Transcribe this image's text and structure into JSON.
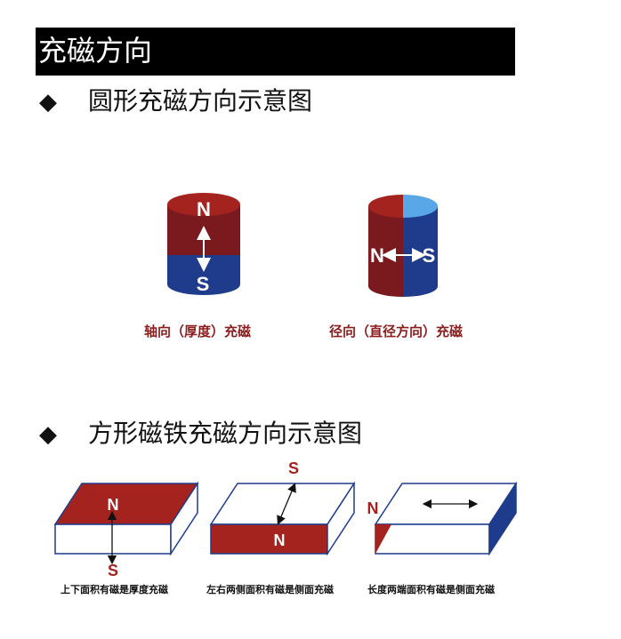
{
  "header": {
    "title": "充磁方向"
  },
  "section_round": {
    "bullet": "◆",
    "heading": "圆形充磁方向示意图",
    "axial": {
      "north": "N",
      "south": "S",
      "caption": "轴向（厚度）充磁"
    },
    "radial": {
      "north": "N",
      "south": "S",
      "caption": "径向（直径方向）充磁"
    }
  },
  "section_square": {
    "bullet": "◆",
    "heading": "方形磁铁充磁方向示意图",
    "thickness": {
      "north": "N",
      "south": "S",
      "caption": "上下面积有磁是厚度充磁"
    },
    "side_lr": {
      "north": "N",
      "south": "S",
      "caption": "左右两侧面积有磁是侧面充磁"
    },
    "length_ends": {
      "north": "N",
      "caption": "长度两端面积有磁是侧面充磁"
    }
  },
  "colors": {
    "north_red": "#a5231e",
    "north_dark": "#7a1a1e",
    "south_blue": "#1f3c8c",
    "south_light": "#5aa7e8",
    "outline": "#1f3c8c"
  }
}
